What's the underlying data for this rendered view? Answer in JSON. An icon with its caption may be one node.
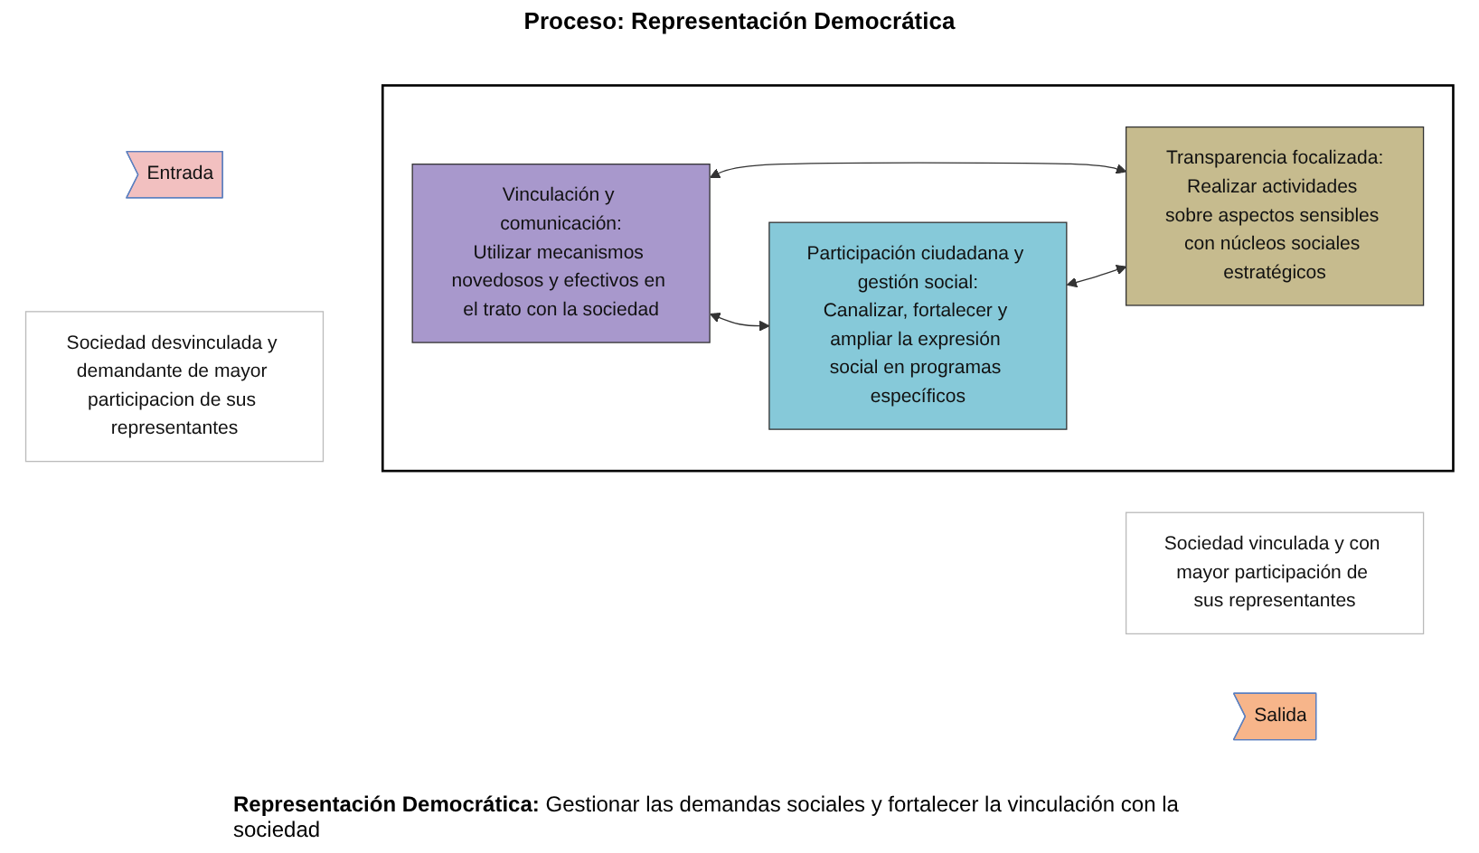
{
  "diagram": {
    "title": "Proceso: Representación Democrática",
    "caption": "**Representación Democrática:** Gestionar las demandas sociales y fortalecer la vinculación con la sociedad",
    "nodes": [
      {
        "text": [
          "Entrada"
        ]
      },
      {
        "text": [
          "Sociedad desvinculada y demandante de mayor participacion de sus representantes"
        ]
      },
      {
        "text": [],
        "shape": "box"
      },
      {
        "text": [
          "Vinculación y comunicación:",
          "Utilizar mecanismos novedosos y efectivos en el trato con la sociedad"
        ],
        "in": 2
      },
      {
        "text": [
          "Participación ciudadana y gestión social:",
          "Canalizar, fortalecer y ampliar la expresión social en programas específicos"
        ],
        "in": 2
      },
      {
        "text": [
          "Transparencia focalizada:",
          "Realizar actividades sobre aspectos sensibles con núcleos sociales estratégicos"
        ],
        "in": 2
      },
      {
        "text": [
          "Sociedad vinculada y con mayor participación de sus representantes"
        ]
      },
      {
        "text": [
          "Salida"
        ]
      }
    ],
    "edges": [
      {
        "from": 3,
        "to": 4,
        "arrow": "both"
      },
      {
        "from": 3,
        "to": 5,
        "arrow": "both"
      },
      {
        "from": 4,
        "to": 5,
        "arrow": "both"
      }
    ]
  }
}
